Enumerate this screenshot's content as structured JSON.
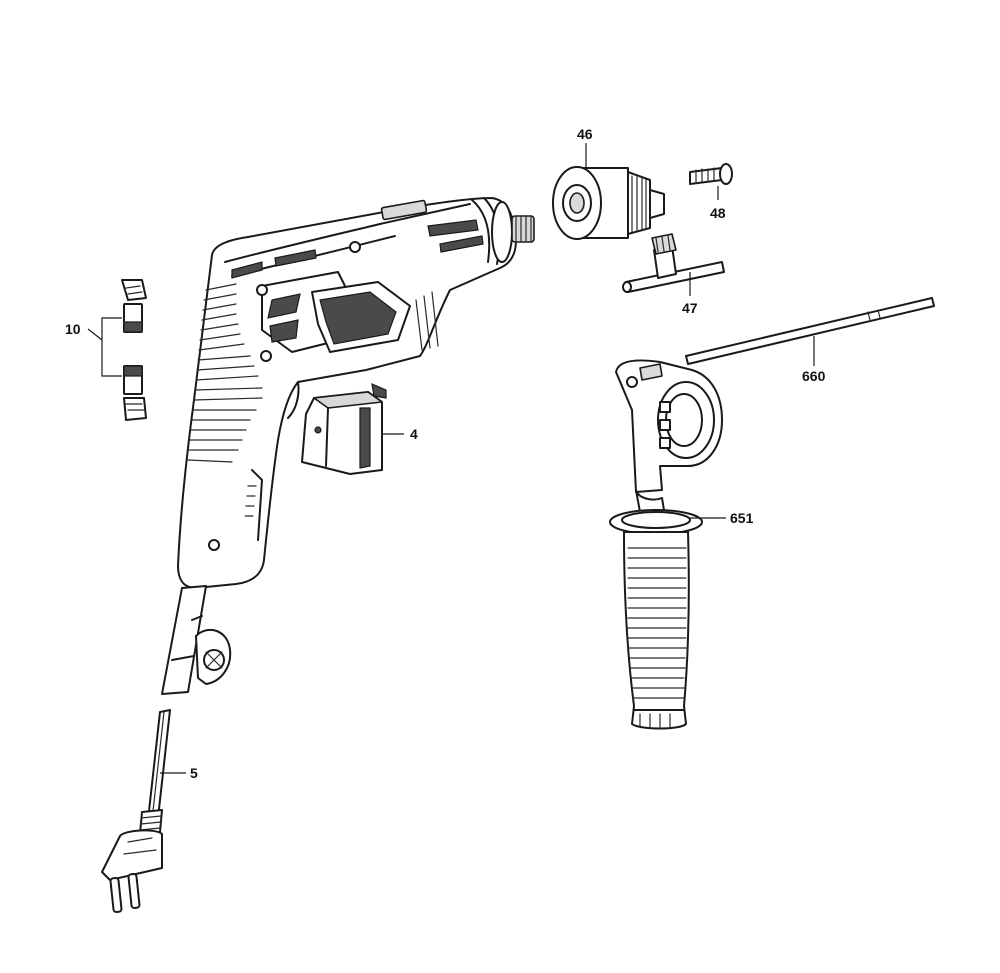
{
  "callouts": {
    "p46": "46",
    "p48": "48",
    "p47": "47",
    "p660": "660",
    "p651": "651",
    "p10": "10",
    "p4": "4",
    "p5": "5"
  },
  "icons": [
    "drill-body",
    "drill-chuck",
    "chuck-screw",
    "chuck-key",
    "depth-gauge-rod",
    "auxiliary-handle",
    "carbon-brushes",
    "switch",
    "power-cord"
  ]
}
